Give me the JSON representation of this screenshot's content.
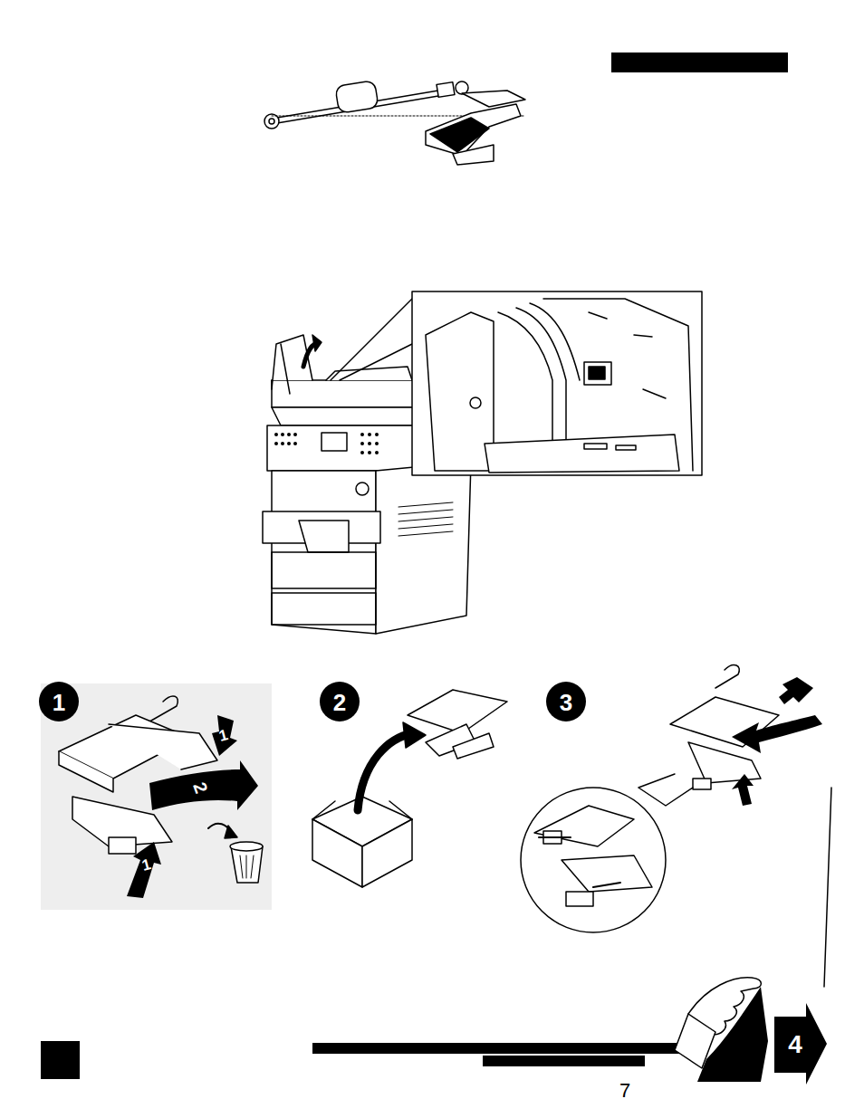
{
  "diagram": {
    "labels": [
      "1",
      "2",
      "3",
      "1",
      "2",
      "1",
      "4",
      "7"
    ]
  }
}
